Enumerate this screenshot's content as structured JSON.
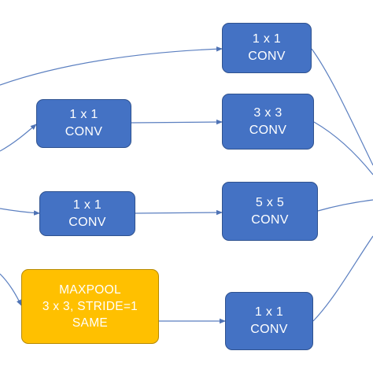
{
  "diagram": {
    "nodes": [
      {
        "id": "conv1x1-top",
        "lines": [
          "1 x 1",
          "CONV"
        ],
        "kind": "conv"
      },
      {
        "id": "conv1x1-reduce-a",
        "lines": [
          "1 x 1",
          "CONV"
        ],
        "kind": "conv"
      },
      {
        "id": "conv3x3",
        "lines": [
          "3 x 3",
          "CONV"
        ],
        "kind": "conv"
      },
      {
        "id": "conv1x1-reduce-b",
        "lines": [
          "1 x 1",
          "CONV"
        ],
        "kind": "conv"
      },
      {
        "id": "conv5x5",
        "lines": [
          "5 x 5",
          "CONV"
        ],
        "kind": "conv"
      },
      {
        "id": "maxpool",
        "lines": [
          "MAXPOOL",
          "3 x 3, STRIDE=1",
          "SAME"
        ],
        "kind": "pool"
      },
      {
        "id": "conv1x1-after-pool",
        "lines": [
          "1 x 1",
          "CONV"
        ],
        "kind": "conv"
      }
    ],
    "colors": {
      "conv_fill": "#4472c4",
      "conv_border": "#2f528f",
      "pool_fill": "#ffc000",
      "pool_border": "#b78a00",
      "edge": "#5b7fc0",
      "text": "#ffffff"
    }
  }
}
